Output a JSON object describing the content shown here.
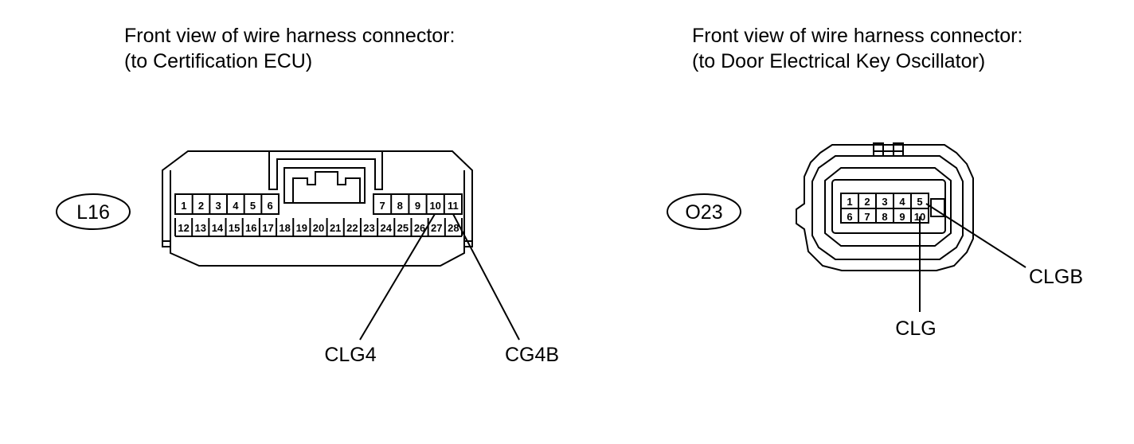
{
  "connector_left": {
    "caption_line1": "Front view of wire harness connector:",
    "caption_line2": "(to Certification ECU)",
    "code": "L16",
    "row1_left_pins": [
      "1",
      "2",
      "3",
      "4",
      "5",
      "6"
    ],
    "row1_right_pins": [
      "7",
      "8",
      "9",
      "10",
      "11"
    ],
    "row2_pins": [
      "12",
      "13",
      "14",
      "15",
      "16",
      "17",
      "18",
      "19",
      "20",
      "21",
      "22",
      "23",
      "24",
      "25",
      "26",
      "27",
      "28"
    ],
    "terminal_labels": [
      "CLG4",
      "CG4B"
    ]
  },
  "connector_right": {
    "caption_line1": "Front view of wire harness connector:",
    "caption_line2": "(to Door Electrical Key Oscillator)",
    "code": "O23",
    "row1_pins": [
      "1",
      "2",
      "3",
      "4",
      "5"
    ],
    "row2_pins": [
      "6",
      "7",
      "8",
      "9",
      "10"
    ],
    "terminal_labels": [
      "CLGB",
      "CLG"
    ]
  }
}
